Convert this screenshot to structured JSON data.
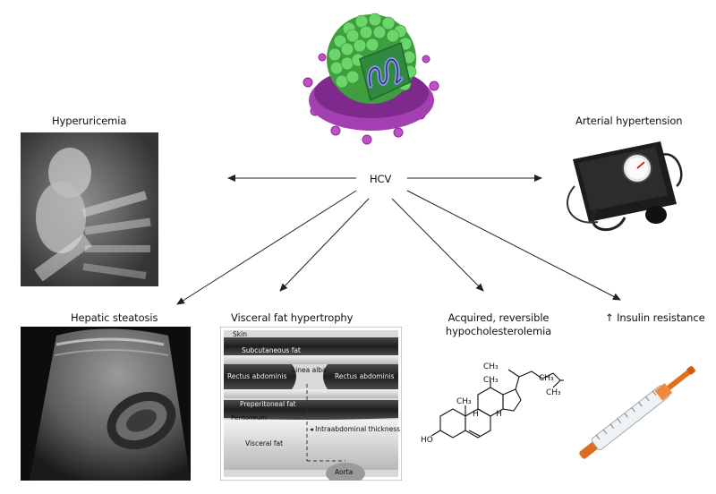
{
  "center": {
    "label": "HCV"
  },
  "labels": {
    "hyperuricemia": "Hyperuricemia",
    "arterial_hypertension": "Arterial hypertension",
    "hepatic_steatosis": "Hepatic steatosis",
    "visceral_fat": "Visceral fat hypertrophy",
    "hypocholesterolemia_line1": "Acquired, reversible",
    "hypocholesterolemia_line2": "hypocholesterolemia",
    "insulin_resistance": "↑ Insulin resistance"
  },
  "fat_diagram": {
    "skin": "Skin",
    "subcutaneous_fat": "Subcutaneous fat",
    "linea_alba": "Linea alba",
    "rectus_left": "Rectus abdominis",
    "rectus_right": "Rectus abdominis",
    "preperitoneal_fat": "Preperitoneal fat",
    "peritoneum": "Peritoneum",
    "intraabdominal": "◂ Intraabdominal thickness",
    "visceral_fat": "Visceral fat",
    "aorta": "Aorta"
  },
  "cholesterol": {
    "ch3_top": "CH₃",
    "ch3_right1": "CH₃",
    "ch3_right2": "CH₃",
    "ch3_ring1": "CH₃",
    "ch3_ring2": "CH₃",
    "h1": "H",
    "h2": "H",
    "ho": "HO"
  },
  "colors": {
    "virus_purple": "#9b3aa6",
    "virus_green": "#4cc24c",
    "arrow": "#222222"
  }
}
